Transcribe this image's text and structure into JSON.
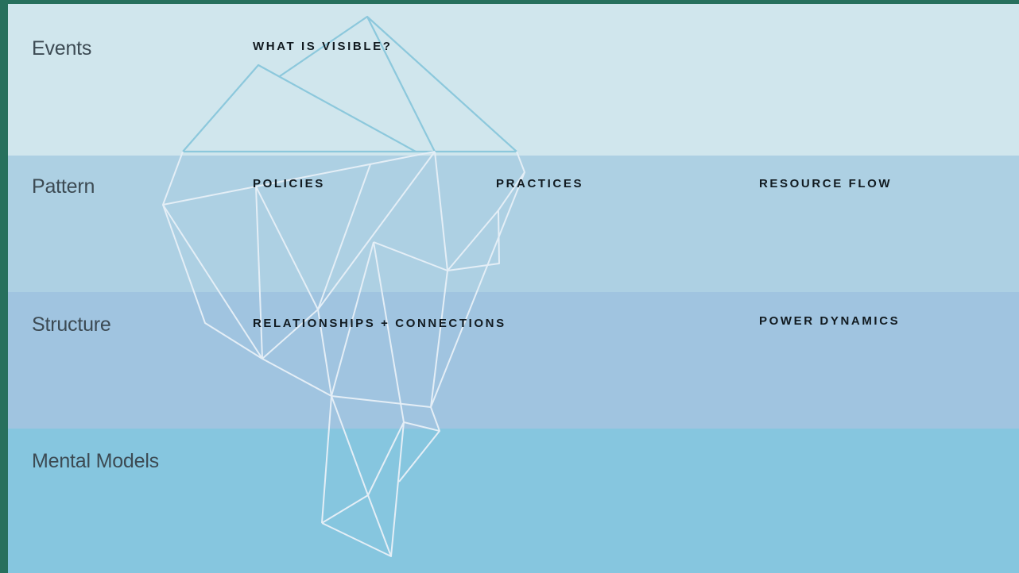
{
  "layers": [
    {
      "name": "Events"
    },
    {
      "name": "Pattern"
    },
    {
      "name": "Structure"
    },
    {
      "name": "Mental Models"
    }
  ],
  "labels": {
    "events_question": "WHAT IS VISIBLE?",
    "policies": "POLICIES",
    "practices": "PRACTICES",
    "resource_flow": "RESOURCE FLOW",
    "relationships": "RELATIONSHIPS + CONNECTIONS",
    "power_dynamics": "POWER DYNAMICS"
  },
  "colors": {
    "frame": "#27705d",
    "events_band": "#d0e6ed",
    "pattern_band": "#add0e3",
    "structure_band": "#a0c4e0",
    "mental_models_band": "#86c6df",
    "tip_lines": "#8cc8dc",
    "submerged_lines": "#e4eef6"
  },
  "icons": {
    "diagram": "iceberg-icon"
  }
}
